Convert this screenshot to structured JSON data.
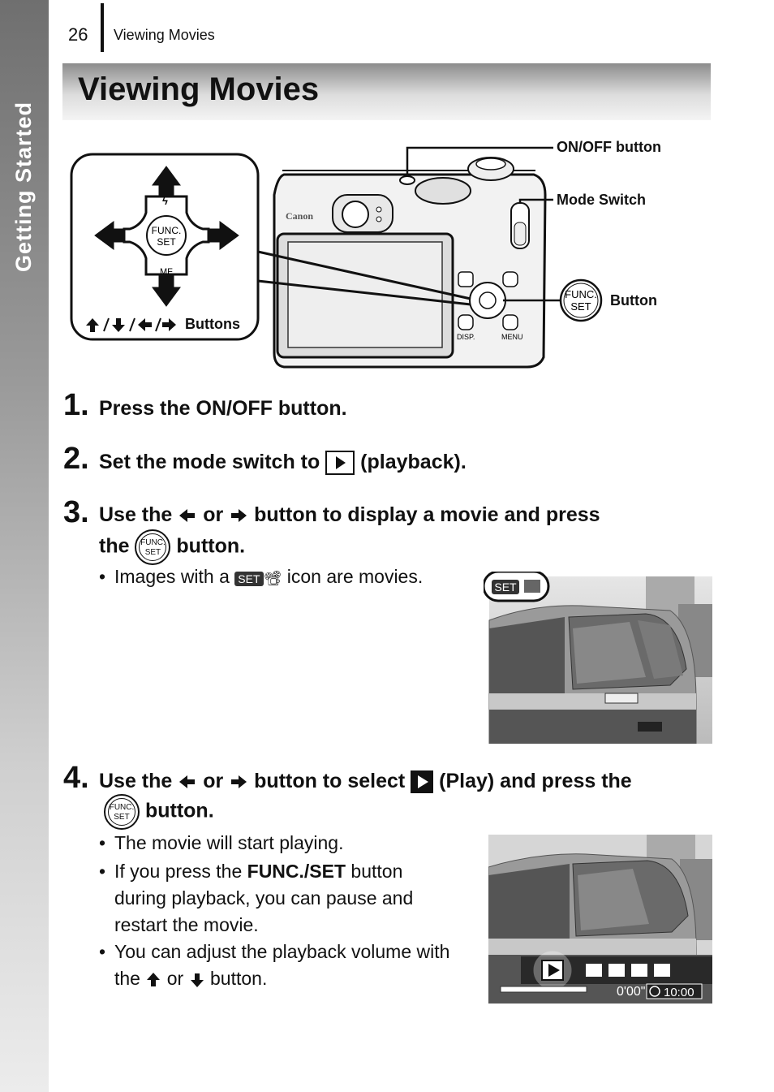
{
  "header": {
    "page_number": "26",
    "running_title": "Viewing Movies",
    "sidebar_label": "Getting Started"
  },
  "title": "Viewing Movies",
  "figure": {
    "callouts": {
      "on_off": "ON/OFF button",
      "mode_switch": "Mode Switch",
      "func_button": "Button",
      "arrows_buttons": "Buttons"
    },
    "func_label_top": "FUNC.",
    "func_label_bottom": "SET",
    "camera_labels": {
      "brand": "Canon",
      "disp": "DISP.",
      "menu": "MENU",
      "mf": "MF"
    }
  },
  "steps": [
    {
      "number": "1.",
      "text": "Press the ON/OFF button."
    },
    {
      "number": "2.",
      "text_before": "Set the mode switch to",
      "text_after": "(playback)."
    },
    {
      "number": "3.",
      "part1": "Use the",
      "part2": "or",
      "part3": "button to display a movie and press",
      "line2_before": "the",
      "line2_after": "button.",
      "bullets": [
        {
          "before": "Images with a",
          "after": "icon are movies."
        }
      ]
    },
    {
      "number": "4.",
      "part1": "Use the",
      "part2": "or",
      "part3": "button to select",
      "part4": "(Play) and press the",
      "line2_after": "button.",
      "bullets": [
        {
          "text": "The movie will start playing."
        },
        {
          "before": "If you press the",
          "bold": "FUNC./SET",
          "after": "button during playback, you can pause and restart the movie."
        },
        {
          "before": "You can adjust the playback volume with the",
          "middle": "or",
          "after": "button."
        }
      ]
    }
  ],
  "screen1": {
    "badge": "SET"
  },
  "screen2": {
    "time_elapsed": "0'00\"",
    "time_total": "10:00"
  }
}
